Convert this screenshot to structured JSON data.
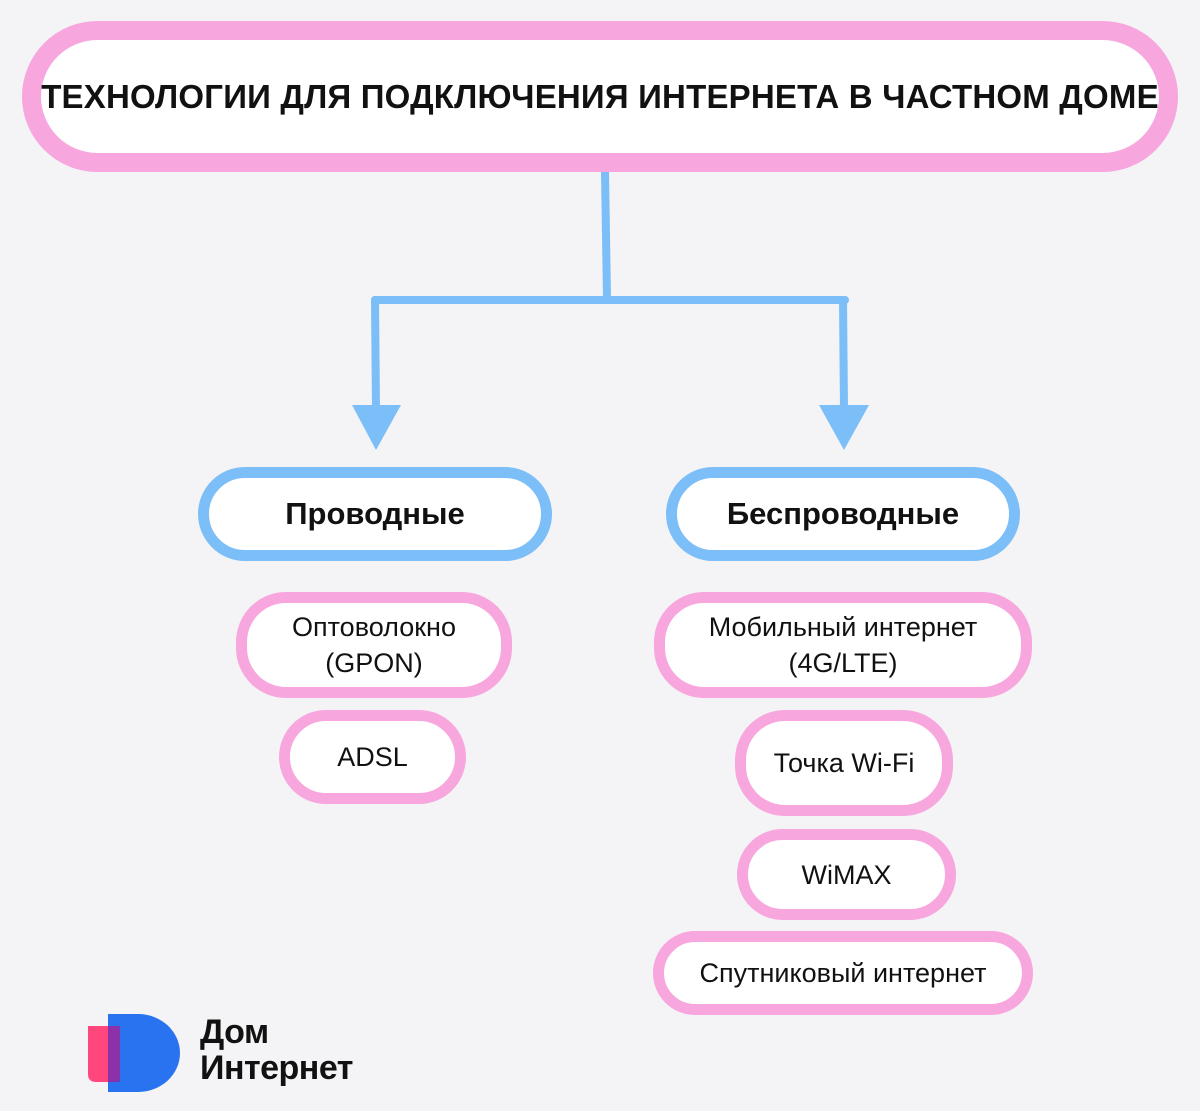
{
  "title": "ТЕХНОЛОГИИ ДЛЯ ПОДКЛЮЧЕНИЯ ИНТЕРНЕТА В ЧАСТНОМ ДОМЕ",
  "wired": {
    "label": "Проводные",
    "items": [
      "Оптоволокно\n(GPON)",
      "ADSL"
    ]
  },
  "wireless": {
    "label": "Беспроводные",
    "items": [
      "Мобильный интернет\n(4G/LTE)",
      "Точка Wi-Fi",
      "WiMAX",
      "Спутниковый интернет"
    ]
  },
  "logo": {
    "line1": "Дом",
    "line2": "Интернет"
  },
  "colors": {
    "pink": "#f7a6de",
    "blue": "#7cbef7",
    "background": "#f4f3f5",
    "logo_pink": "#ff3d77",
    "logo_blue": "#2a73f0"
  }
}
